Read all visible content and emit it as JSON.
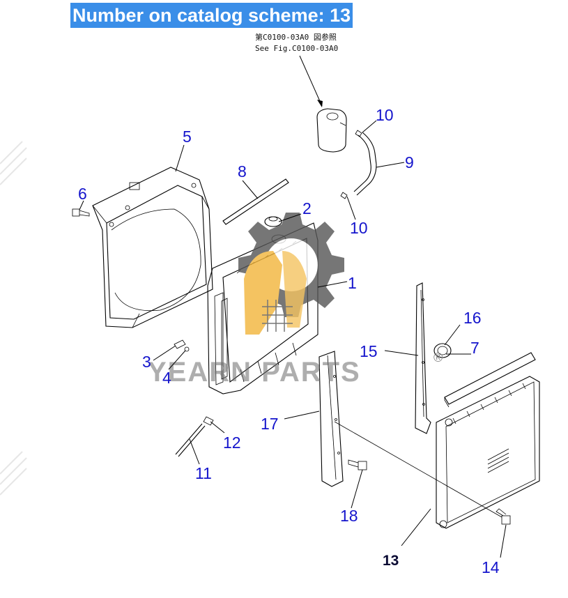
{
  "header": {
    "title": "Number on catalog scheme: 13",
    "background_color": "#3a8ee8"
  },
  "reference": {
    "line_jp": "第C0100-03A0 図参照",
    "line_en": "See Fig.C0100-03A0"
  },
  "watermark": {
    "text": "YEARN PARTS",
    "registered_mark": "®"
  },
  "callouts": [
    {
      "label": "1"
    },
    {
      "label": "2"
    },
    {
      "label": "3"
    },
    {
      "label": "4"
    },
    {
      "label": "5"
    },
    {
      "label": "6"
    },
    {
      "label": "7"
    },
    {
      "label": "8"
    },
    {
      "label": "9"
    },
    {
      "label": "10"
    },
    {
      "label": "10"
    },
    {
      "label": "11"
    },
    {
      "label": "12"
    },
    {
      "label": "13"
    },
    {
      "label": "14"
    },
    {
      "label": "15"
    },
    {
      "label": "16"
    },
    {
      "label": "17"
    },
    {
      "label": "18"
    }
  ],
  "colors": {
    "callout": "#1414cc",
    "callout_highlight": "#0a0a33",
    "logo_gear": "#555555",
    "logo_accent": "#f2b53a"
  }
}
